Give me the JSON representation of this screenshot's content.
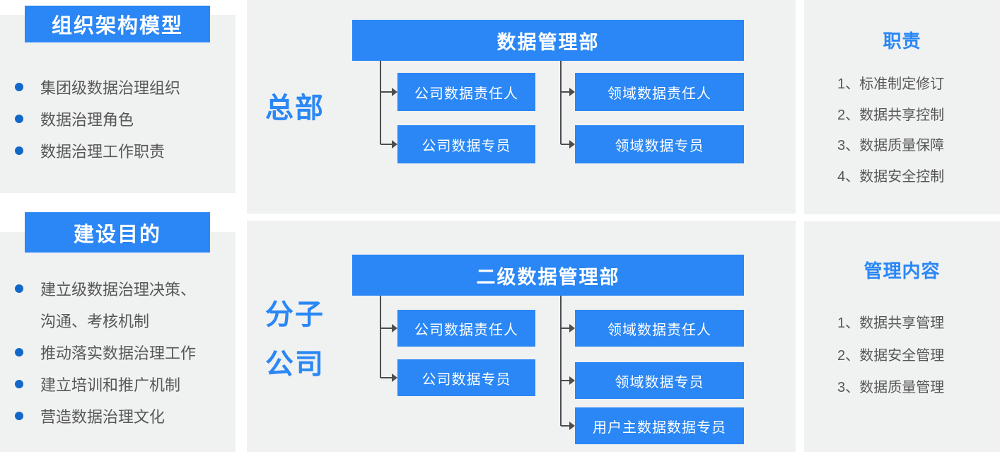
{
  "colors": {
    "accent": "#2A87F5",
    "bullet": "#1268C9",
    "panel_bg": "#F0F1F1",
    "text": "#575757",
    "line": "#4D4D4D"
  },
  "sidebar": {
    "section1": {
      "title": "组织架构模型",
      "items": [
        "集团级数据治理组织",
        "数据治理角色",
        "数据治理工作职责"
      ]
    },
    "section2": {
      "title": "建设目的",
      "items": [
        "建立级数据治理决策、",
        "沟通、考核机制",
        "推动落实数据治理工作",
        "建立培训和推广机制",
        "营造数据治理文化"
      ]
    }
  },
  "org_hq": {
    "group_label": "总部",
    "root": "数据管理部",
    "left_children": [
      "公司数据责任人",
      "公司数据专员"
    ],
    "right_children": [
      "领域数据责任人",
      "领域数据专员"
    ]
  },
  "org_sub": {
    "group_label_lines": [
      "分子",
      "公司"
    ],
    "root": "二级数据管理部",
    "left_children": [
      "公司数据责任人",
      "公司数据专员"
    ],
    "right_children": [
      "领域数据责任人",
      "领域数据专员",
      "用户主数据数据专员"
    ]
  },
  "duties": {
    "title": "职责",
    "items": [
      "1、标准制定修订",
      "2、数据共享控制",
      "3、数据质量保障",
      "4、数据安全控制"
    ]
  },
  "mgmt": {
    "title": "管理内容",
    "items": [
      "1、数据共享管理",
      "2、数据安全管理",
      "3、数据质量管理"
    ]
  }
}
